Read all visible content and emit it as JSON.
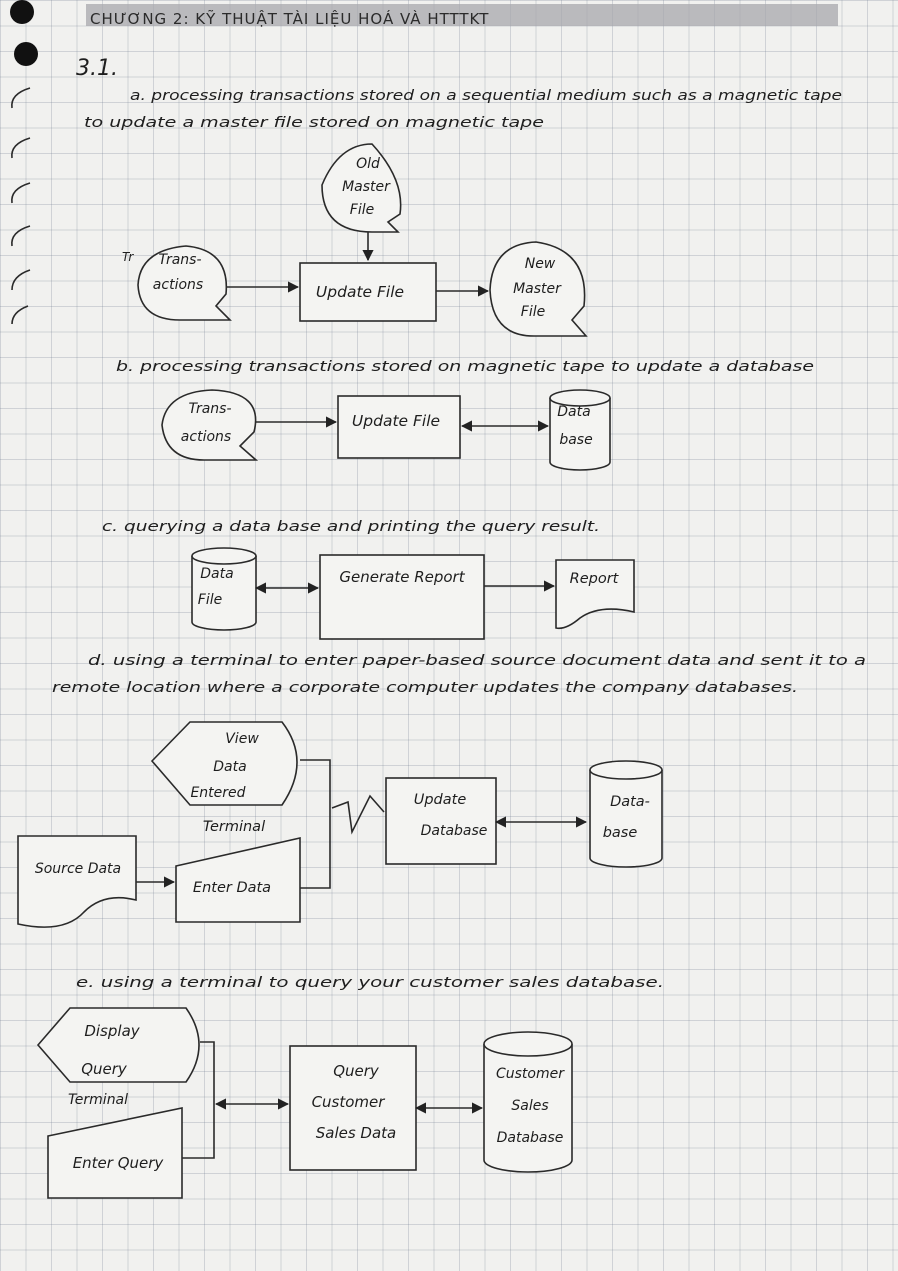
{
  "header": {
    "title": "CHƯƠNG 2: KỸ THUẬT TÀI LIỆU HOÁ VÀ HTTTKT",
    "section": "3.1."
  },
  "part_a": {
    "caption_line1": "a. processing transactions stored on a sequential medium such as a magnetic tape",
    "caption_line2": "to update a master file stored on magnetic tape",
    "old_master": [
      "Old",
      "Master",
      "File"
    ],
    "transactions": [
      "Trans-",
      "actions"
    ],
    "update": "Update File",
    "new_master": [
      "New",
      "Master",
      "File"
    ]
  },
  "part_b": {
    "caption": "b. processing transactions stored on magnetic tape to update a database",
    "transactions": [
      "Trans-",
      "actions"
    ],
    "update": "Update File",
    "database": [
      "Data",
      "base"
    ]
  },
  "part_c": {
    "caption": "c. querying a data base and printing the query result.",
    "data_file": [
      "Data",
      "File"
    ],
    "generate": "Generate Report",
    "report": "Report"
  },
  "part_d": {
    "caption_line1": "d. using a terminal to enter paper-based source document data and sent it to a",
    "caption_line2": "remote location where a corporate computer updates the company databases.",
    "view": [
      "View",
      "Data",
      "Entered"
    ],
    "terminal": "Terminal",
    "source": "Source Data",
    "enter": "Enter Data",
    "update": [
      "Update",
      "Database"
    ],
    "database": [
      "Data-",
      "base"
    ]
  },
  "part_e": {
    "caption": "e. using a terminal to query your customer sales database.",
    "display": [
      "Display",
      "Query"
    ],
    "terminal": "Terminal",
    "enter": "Enter Query",
    "query": [
      "Query",
      "Customer",
      "Sales Data"
    ],
    "database": [
      "Customer",
      "Sales",
      "Database"
    ]
  }
}
